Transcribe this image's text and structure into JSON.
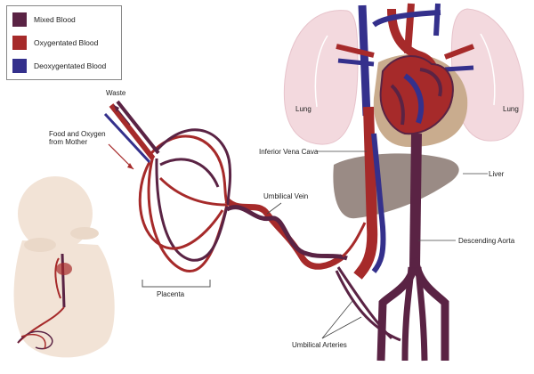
{
  "legend": {
    "items": [
      {
        "label": "Mixed Blood",
        "color": "#5a2344"
      },
      {
        "label": "Oxygentated Blood",
        "color": "#a62a2a"
      },
      {
        "label": "Deoxygentated Blood",
        "color": "#34308c"
      }
    ]
  },
  "labels": {
    "waste": "Waste",
    "food_oxygen": "Food and Oxygen\nfrom Mother",
    "placenta": "Placenta",
    "umbilical_vein": "Umbilical Vein",
    "umbilical_arteries": "Umbilical Arteries",
    "inferior_vena_cava": "Inferior Vena Cava",
    "liver": "Liver",
    "descending_aorta": "Descending Aorta",
    "lung_left": "Lung",
    "lung_right": "Lung"
  },
  "colors": {
    "mixed": "#5a2344",
    "oxygenated": "#a62a2a",
    "deoxygenated": "#34308c",
    "lung": "#f3d9de",
    "heart_bg": "#c9ac8e",
    "liver": "#8f7e78",
    "baby": "#f2e3d6"
  }
}
